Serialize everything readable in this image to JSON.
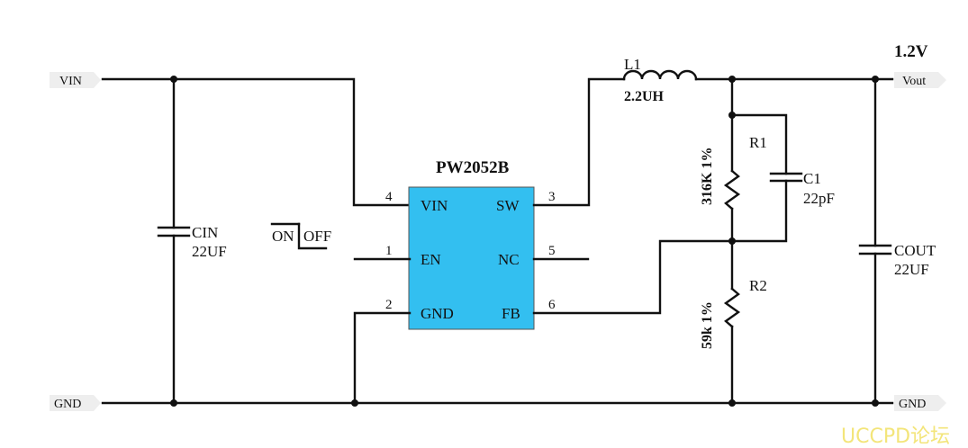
{
  "ic": {
    "part_number": "PW2052B",
    "fill_color": "#33bff0",
    "pins": [
      {
        "number": "4",
        "name": "VIN",
        "side": "left"
      },
      {
        "number": "1",
        "name": "EN",
        "side": "left"
      },
      {
        "number": "2",
        "name": "GND",
        "side": "left"
      },
      {
        "number": "3",
        "name": "SW",
        "side": "right"
      },
      {
        "number": "5",
        "name": "NC",
        "side": "right"
      },
      {
        "number": "6",
        "name": "FB",
        "side": "right"
      }
    ]
  },
  "ports": {
    "vin": "VIN",
    "gnd_left": "GND",
    "vout": "Vout",
    "gnd_right": "GND"
  },
  "output_voltage": "1.2V",
  "inductor": {
    "ref": "L1",
    "value": "2.2UH"
  },
  "cin": {
    "ref": "CIN",
    "value": "22UF"
  },
  "cout": {
    "ref": "COUT",
    "value": "22UF"
  },
  "c1": {
    "ref": "C1",
    "value": "22pF"
  },
  "r1": {
    "ref": "R1",
    "value": "316K  1%"
  },
  "r2": {
    "ref": "R2",
    "value": "59k  1%"
  },
  "enable": {
    "on": "ON",
    "off": "OFF"
  },
  "watermark": "UCCPD论坛"
}
